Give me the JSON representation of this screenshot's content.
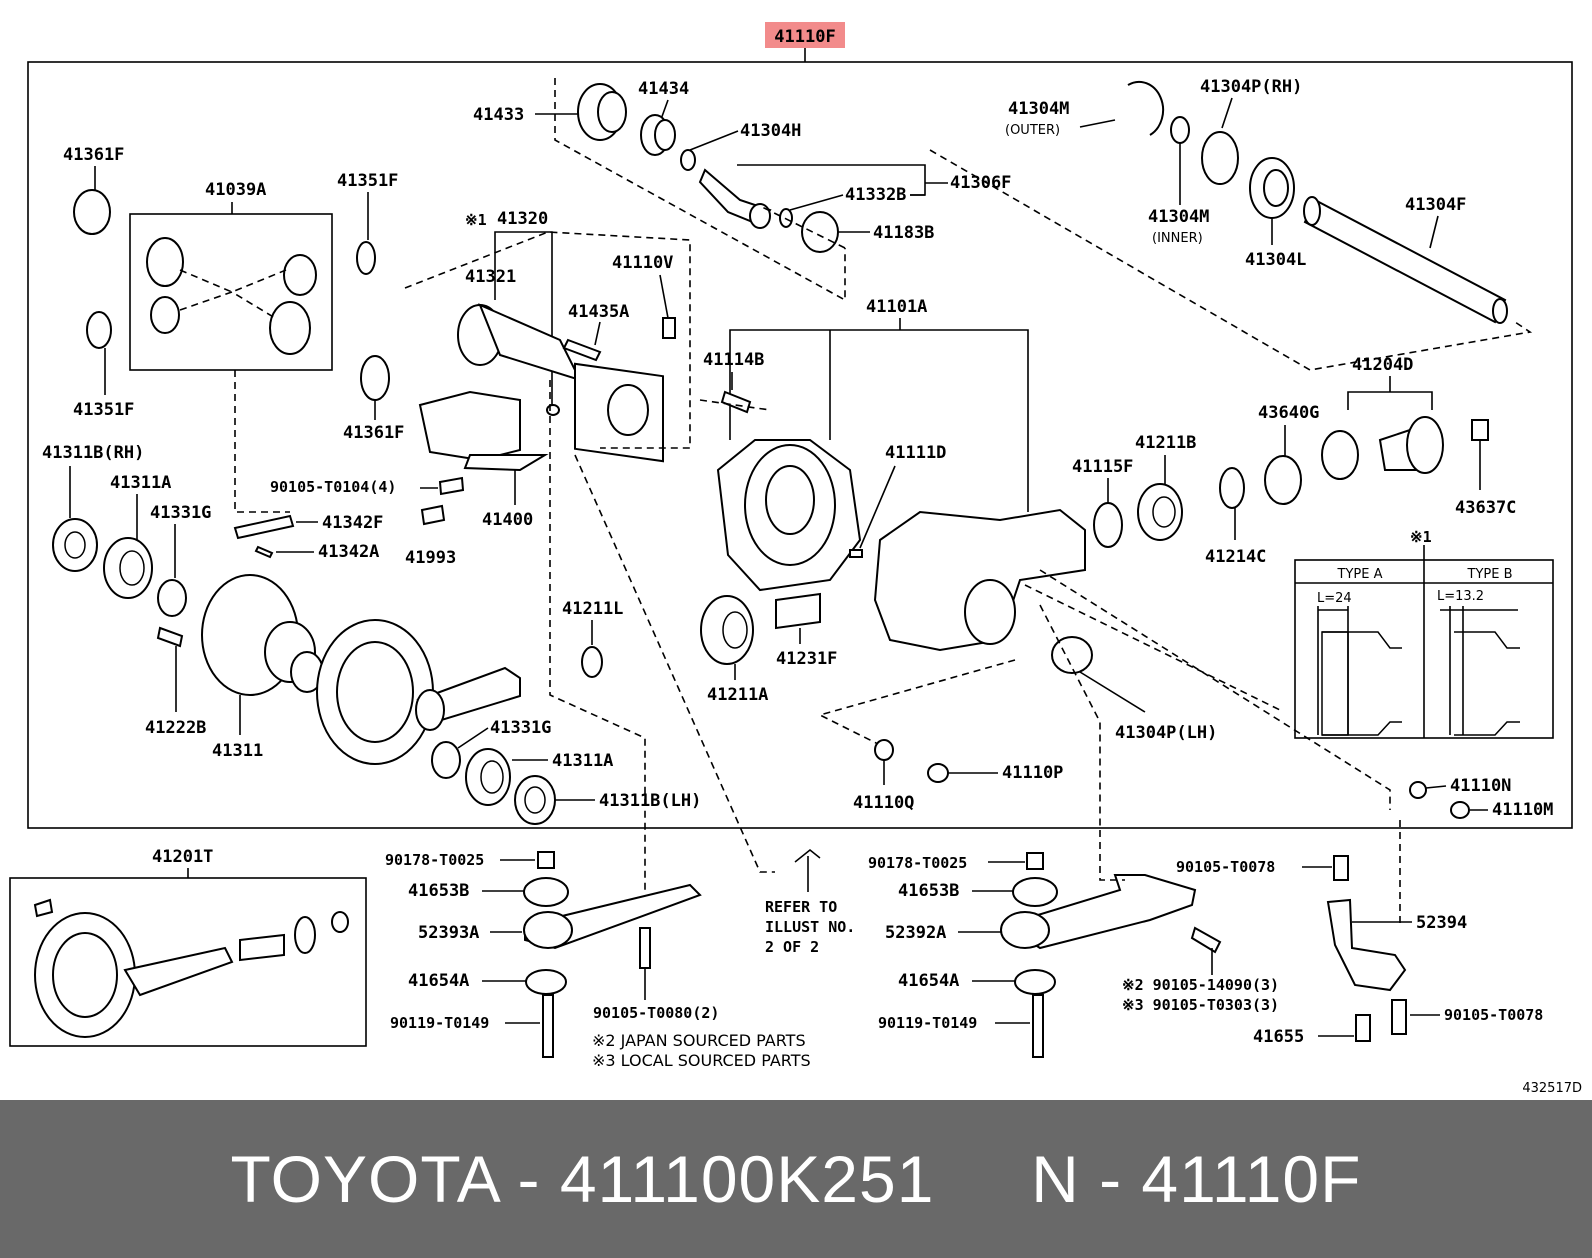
{
  "header_code": "41110F",
  "labels": {
    "p41433": "41433",
    "p41434": "41434",
    "p41304H": "41304H",
    "p41332B": "41332B",
    "p41306F": "41306F",
    "p41183B": "41183B",
    "p41304M_o": "41304M",
    "outer": "(OUTER)",
    "p41304P_rh": "41304P(RH)",
    "p41304M_i": "41304M",
    "inner": "(INNER)",
    "p41304L": "41304L",
    "p41304F": "41304F",
    "p41361F_a": "41361F",
    "p41039A": "41039A",
    "p41351F_a": "41351F",
    "p41351F_b": "41351F",
    "mark1": "※1",
    "p41320": "41320",
    "p41321": "41321",
    "p41110V": "41110V",
    "p41435A": "41435A",
    "p41361F_b": "41361F",
    "p41101A": "41101A",
    "p41114B": "41114B",
    "p41311B_rh": "41311B(RH)",
    "p41311A_a": "41311A",
    "p41331G_a": "41331G",
    "p90105_T0104": "90105-T0104(4)",
    "p41342F": "41342F",
    "p41342A": "41342A",
    "p41993": "41993",
    "p41400": "41400",
    "p41111D": "41111D",
    "p41115F": "41115F",
    "p41211B": "41211B",
    "p43640G": "43640G",
    "p41204D": "41204D",
    "p43637C": "43637C",
    "p41214C": "41214C",
    "p41211L": "41211L",
    "p41231F": "41231F",
    "p41211A": "41211A",
    "p41222B": "41222B",
    "p41311": "41311",
    "p41331G_b": "41331G",
    "p41311A_b": "41311A",
    "p41311B_lh": "41311B(LH)",
    "p41304P_lh": "41304P(LH)",
    "p41110Q": "41110Q",
    "p41110P": "41110P",
    "p41110N": "41110N",
    "p41110M": "41110M",
    "p41201T": "41201T",
    "p90178_T0025_a": "90178-T0025",
    "p41653B_a": "41653B",
    "p52393A": "52393A",
    "p41654A_a": "41654A",
    "p90119_T0149_a": "90119-T0149",
    "p90105_T0080": "90105-T0080(2)",
    "refer_1": "REFER TO",
    "refer_2": "ILLUST NO.",
    "refer_3": "2 OF 2",
    "p90178_T0025_b": "90178-T0025",
    "p41653B_b": "41653B",
    "p52392A": "52392A",
    "p41654A_b": "41654A",
    "p90119_T0149_b": "90119-T0149",
    "p90105_14090": "※2 90105-14090(3)",
    "p90105_T0303": "※3 90105-T0303(3)",
    "p90105_T0078_a": "90105-T0078",
    "p52394": "52394",
    "p41655": "41655",
    "p90105_T0078_b": "90105-T0078",
    "note_2": "※2 JAPAN SOURCED PARTS",
    "note_3": "※3 LOCAL SOURCED PARTS",
    "illus_no": "432517D"
  },
  "inset": {
    "mark": "※1",
    "type_a": "TYPE A",
    "type_b": "TYPE B",
    "len_a": "L=24",
    "len_b": "L=13.2"
  },
  "colors": {
    "highlight": "#f28b8b",
    "footer_bg": "#696969",
    "footer_text": "#ffffff"
  },
  "footer": {
    "text": "TOYOTA - 411100K251     N - 41110F"
  }
}
